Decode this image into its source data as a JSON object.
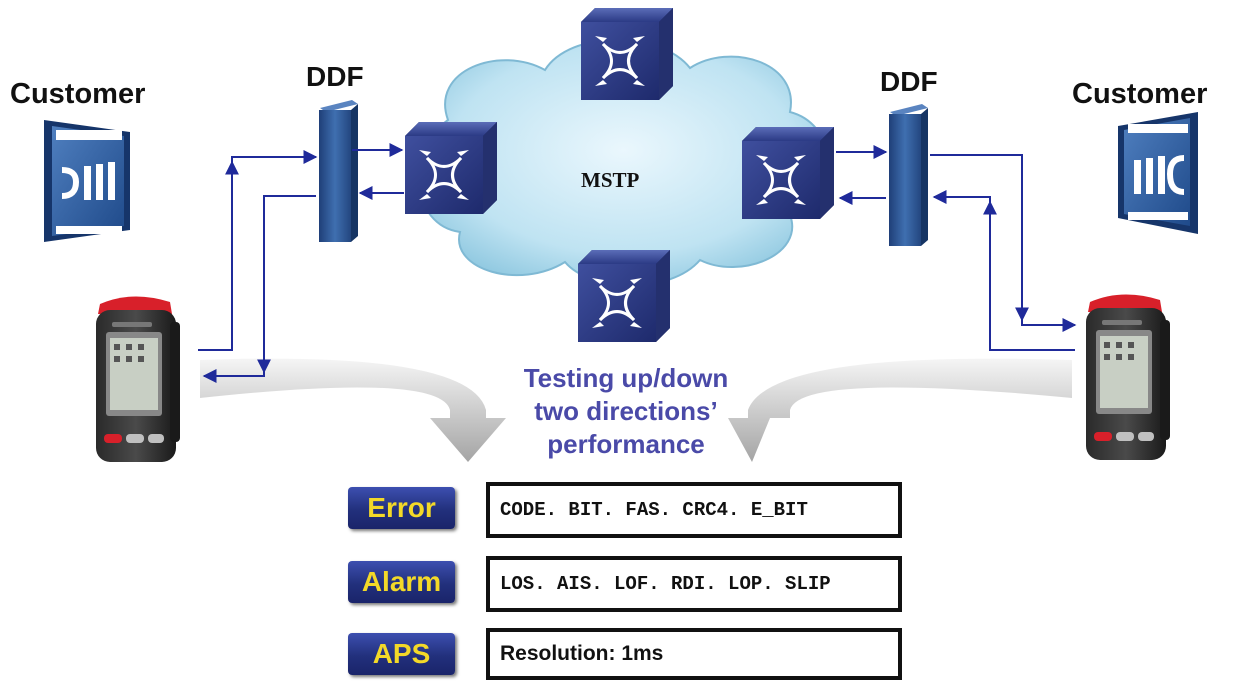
{
  "labels": {
    "customer_left": "Customer",
    "customer_right": "Customer",
    "ddf_left": "DDF",
    "ddf_right": "DDF",
    "cloud": "MSTP"
  },
  "testing": {
    "line1": "Testing up/down",
    "line2": "two directions’",
    "line3": "performance"
  },
  "rows": [
    {
      "tag": "Error",
      "text": "CODE. BIT. FAS. CRC4. E_BIT"
    },
    {
      "tag": "Alarm",
      "text": "LOS. AIS. LOF. RDI. LOP. SLIP"
    },
    {
      "tag": "APS",
      "text": "Resolution: 1ms"
    }
  ],
  "icons": {
    "switch": "optical-switch-icon",
    "customer_left": "customer-equipment-icon",
    "customer_right": "customer-equipment-icon",
    "tester": "handheld-tester-icon",
    "ddf": "ddf-rack-icon",
    "cloud": "network-cloud-icon"
  },
  "colors": {
    "link": "#1f2a9a",
    "switch": "#2f3f8a",
    "badge": "#22307c",
    "badge_text": "#f3d928",
    "testing_text": "#4a4aa8"
  }
}
